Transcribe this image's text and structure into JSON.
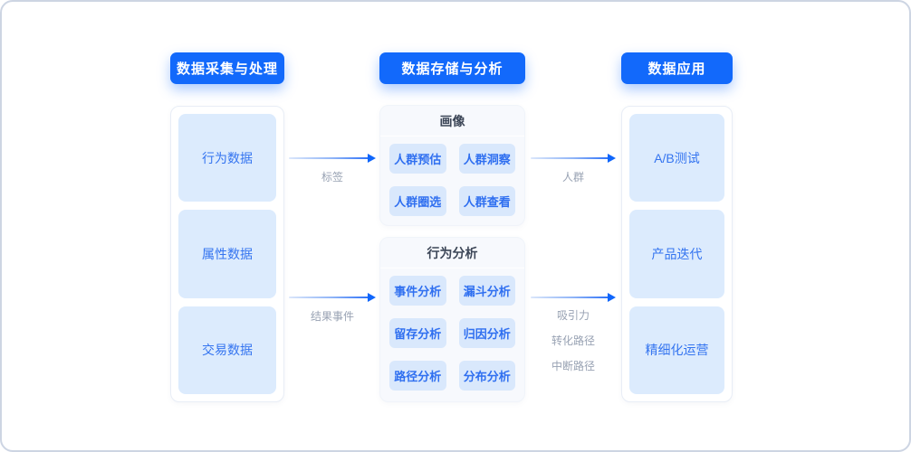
{
  "colors": {
    "accent_blue": "#1269fb",
    "node_bg": "#dcebfd",
    "node_text": "#3474f0",
    "chip_bg": "#d9e8fc",
    "chip_text": "#2f6ff0",
    "mid_card_bg": "#f7f9fd",
    "card_title_text": "#3c4657",
    "flow_label_gray": "#98a2b3",
    "frame_border": "#cdd5e3"
  },
  "stages": [
    {
      "label": "数据采集与处理"
    },
    {
      "label": "数据存储与分析"
    },
    {
      "label": "数据应用"
    }
  ],
  "collection_column": {
    "nodes": [
      "行为数据",
      "属性数据",
      "交易数据"
    ]
  },
  "analysis_column": {
    "portrait_card": {
      "title": "画像",
      "buttons": [
        "人群预估",
        "人群洞察",
        "人群圈选",
        "人群查看"
      ]
    },
    "behavior_card": {
      "title": "行为分析",
      "buttons": [
        "事件分析",
        "漏斗分析",
        "留存分析",
        "归因分析",
        "路径分析",
        "分布分析"
      ]
    }
  },
  "application_column": {
    "nodes": [
      "A/B测试",
      "产品迭代",
      "精细化运营"
    ]
  },
  "flows": {
    "tags": {
      "label": "标签"
    },
    "result_event": {
      "label": "结果事件"
    },
    "crowd": {
      "label": "人群"
    },
    "paths": {
      "labels": [
        "吸引力",
        "转化路径",
        "中断路径"
      ]
    }
  }
}
